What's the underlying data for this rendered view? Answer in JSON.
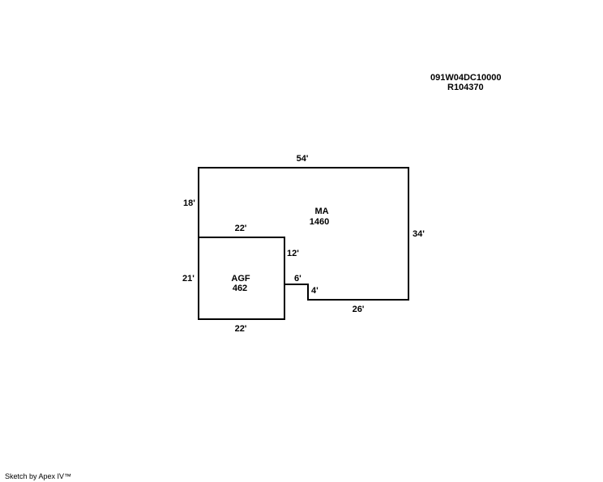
{
  "parcel": {
    "map_number": "091W04DC10000",
    "account": "R104370"
  },
  "areas": {
    "main": {
      "code": "MA",
      "sqft": "1460"
    },
    "garage": {
      "code": "AGF",
      "sqft": "462"
    }
  },
  "dimensions": {
    "ma_top": "54'",
    "ma_left": "18'",
    "ma_right": "34'",
    "ma_bottom": "26'",
    "ma_step_height": "4'",
    "ma_step_width": "6'",
    "ma_inner_vertical": "12'",
    "agf_top": "22'",
    "agf_left": "21'",
    "agf_bottom": "22'"
  },
  "footer": {
    "text": "Sketch by Apex IV™"
  }
}
